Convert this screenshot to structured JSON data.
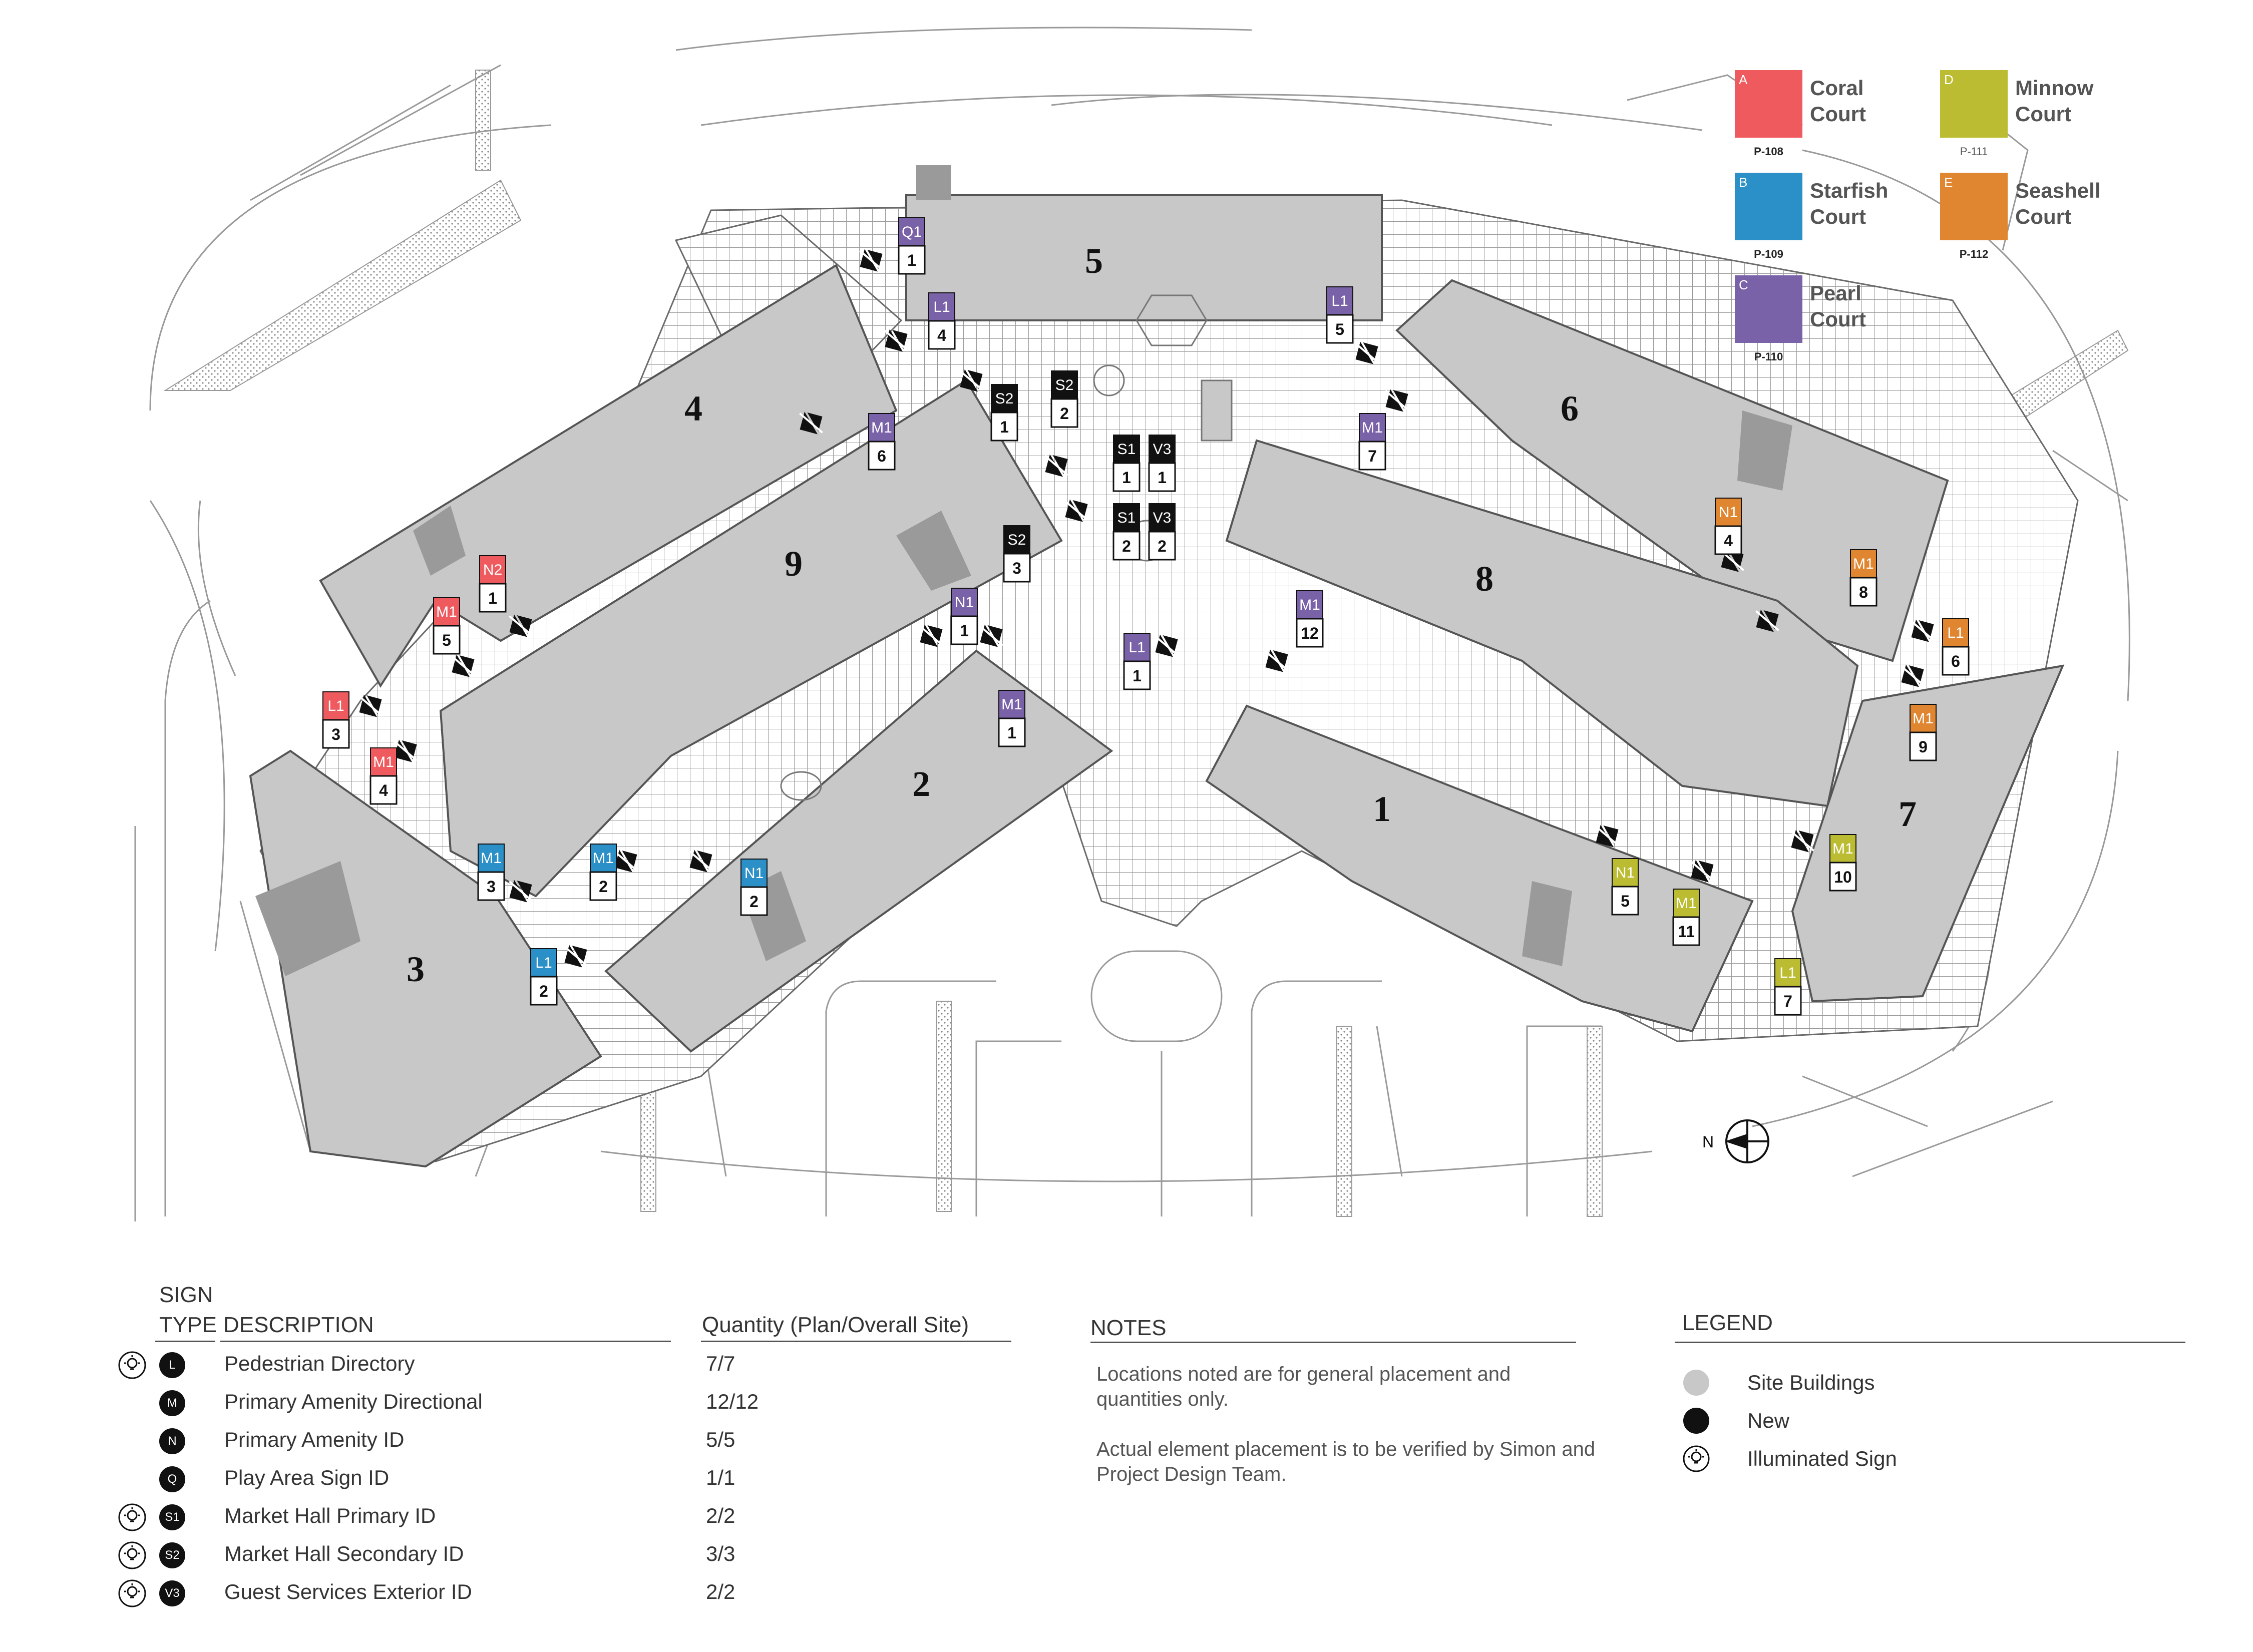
{
  "colors": {
    "coral": "#EF5A5F",
    "starfish": "#2B8FC8",
    "pearl": "#7A62A8",
    "minnow": "#BCBC32",
    "seashell": "#E08630",
    "building": "#C8C8C8",
    "new": "#111111"
  },
  "courts": [
    {
      "letter": "A",
      "name": "Coral\nCourt",
      "ref": "P-108",
      "color": "#EF5A5F"
    },
    {
      "letter": "B",
      "name": "Starfish\nCourt",
      "ref": "P-109",
      "color": "#2B8FC8"
    },
    {
      "letter": "C",
      "name": "Pearl\nCourt",
      "ref": "P-110",
      "color": "#7A62A8"
    },
    {
      "letter": "D",
      "name": "Minnow\nCourt",
      "ref": "P-111",
      "color": "#BCBC32"
    },
    {
      "letter": "E",
      "name": "Seashell\nCourt",
      "ref": "P-112",
      "color": "#E08630"
    }
  ],
  "buildings": [
    "1",
    "2",
    "3",
    "4",
    "5",
    "6",
    "7",
    "8",
    "9"
  ],
  "signs": [
    {
      "type": "Q1",
      "num": "1",
      "court": "pearl"
    },
    {
      "type": "L1",
      "num": "4",
      "court": "pearl"
    },
    {
      "type": "L1",
      "num": "5",
      "court": "pearl"
    },
    {
      "type": "S2",
      "num": "1",
      "court": "black"
    },
    {
      "type": "S2",
      "num": "2",
      "court": "black"
    },
    {
      "type": "M1",
      "num": "6",
      "court": "pearl"
    },
    {
      "type": "M1",
      "num": "7",
      "court": "pearl"
    },
    {
      "type": "S1",
      "num": "1",
      "court": "black"
    },
    {
      "type": "V3",
      "num": "1",
      "court": "black"
    },
    {
      "type": "S1",
      "num": "2",
      "court": "black"
    },
    {
      "type": "V3",
      "num": "2",
      "court": "black"
    },
    {
      "type": "S2",
      "num": "3",
      "court": "black"
    },
    {
      "type": "N1",
      "num": "4",
      "court": "seashell"
    },
    {
      "type": "M1",
      "num": "8",
      "court": "seashell"
    },
    {
      "type": "L1",
      "num": "6",
      "court": "seashell"
    },
    {
      "type": "M1",
      "num": "9",
      "court": "seashell"
    },
    {
      "type": "N2",
      "num": "1",
      "court": "coral"
    },
    {
      "type": "M1",
      "num": "5",
      "court": "coral"
    },
    {
      "type": "L1",
      "num": "3",
      "court": "coral"
    },
    {
      "type": "M1",
      "num": "4",
      "court": "coral"
    },
    {
      "type": "N1",
      "num": "1",
      "court": "pearl"
    },
    {
      "type": "M1",
      "num": "1",
      "court": "pearl"
    },
    {
      "type": "L1",
      "num": "1",
      "court": "pearl"
    },
    {
      "type": "M1",
      "num": "12",
      "court": "pearl"
    },
    {
      "type": "M1",
      "num": "3",
      "court": "starfish"
    },
    {
      "type": "M1",
      "num": "2",
      "court": "starfish"
    },
    {
      "type": "N1",
      "num": "2",
      "court": "starfish"
    },
    {
      "type": "L1",
      "num": "2",
      "court": "starfish"
    },
    {
      "type": "N1",
      "num": "5",
      "court": "minnow"
    },
    {
      "type": "M1",
      "num": "11",
      "court": "minnow"
    },
    {
      "type": "M1",
      "num": "10",
      "court": "minnow"
    },
    {
      "type": "L1",
      "num": "7",
      "court": "minnow"
    }
  ],
  "compass_label": "N",
  "table": {
    "header_sign": "SIGN",
    "header_type": "TYPE",
    "header_desc": "DESCRIPTION",
    "header_qty": "Quantity (Plan/Overall Site)",
    "rows": [
      {
        "code": "L",
        "illuminated": true,
        "desc": "Pedestrian Directory",
        "qty": "7/7"
      },
      {
        "code": "M",
        "illuminated": false,
        "desc": "Primary Amenity Directional",
        "qty": "12/12"
      },
      {
        "code": "N",
        "illuminated": false,
        "desc": "Primary Amenity ID",
        "qty": "5/5"
      },
      {
        "code": "Q",
        "illuminated": false,
        "desc": "Play Area Sign ID",
        "qty": "1/1"
      },
      {
        "code": "S1",
        "illuminated": true,
        "desc": "Market Hall Primary ID",
        "qty": "2/2"
      },
      {
        "code": "S2",
        "illuminated": true,
        "desc": "Market Hall Secondary  ID",
        "qty": "3/3"
      },
      {
        "code": "V3",
        "illuminated": true,
        "desc": "Guest Services Exterior ID",
        "qty": "2/2"
      }
    ]
  },
  "notes": {
    "title": "NOTES",
    "p1": "Locations noted are for general placement and quantities only.",
    "p2": "Actual element placement is to be verified by Simon and Project Design Team."
  },
  "legend": {
    "title": "LEGEND",
    "site_buildings": "Site Buildings",
    "new": "New",
    "illuminated": "Illuminated Sign"
  }
}
